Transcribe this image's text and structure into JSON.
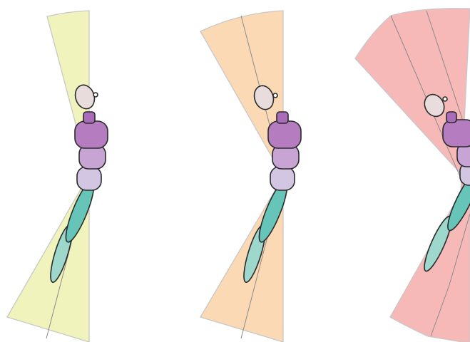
{
  "figure": {
    "kind": "range-of-motion illustration",
    "panel_count": 3,
    "colors": {
      "background": "#ffffff",
      "sector_outline": "#c8c8c8",
      "sector_divider": "#8a8a8a",
      "body_outline": "#2a2a2a",
      "head": "#e8dcdc",
      "neck": "#a86cb8",
      "upper_torso": "#b57cc0",
      "mid_torso": "#c8a4d4",
      "lower_torso": "#d2c6e2",
      "front_leg": "#66c4b8",
      "back_leg": "#9ed8cc"
    },
    "panels": [
      {
        "sector_color": "#f1f3bc",
        "size": "small"
      },
      {
        "sector_color": "#fbd9b4",
        "size": "medium"
      },
      {
        "sector_color": "#f7b8b8",
        "size": "large"
      }
    ]
  }
}
